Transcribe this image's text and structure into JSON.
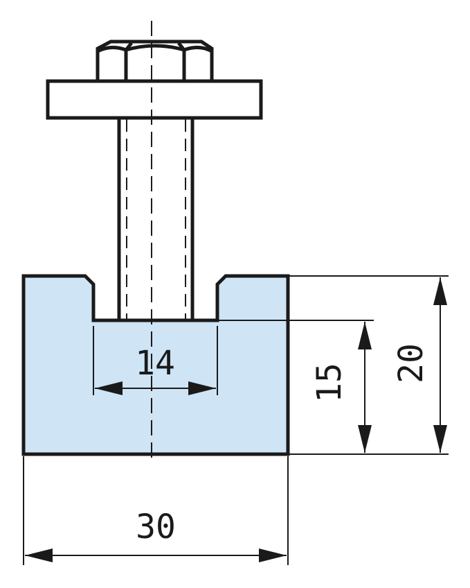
{
  "dimensions": {
    "slot_width": "14",
    "slot_depth": "15",
    "block_height": "20",
    "block_width": "30"
  },
  "colors": {
    "block_fill": "#cfe4f5",
    "line": "#1a1a1a",
    "background": "#ffffff"
  }
}
